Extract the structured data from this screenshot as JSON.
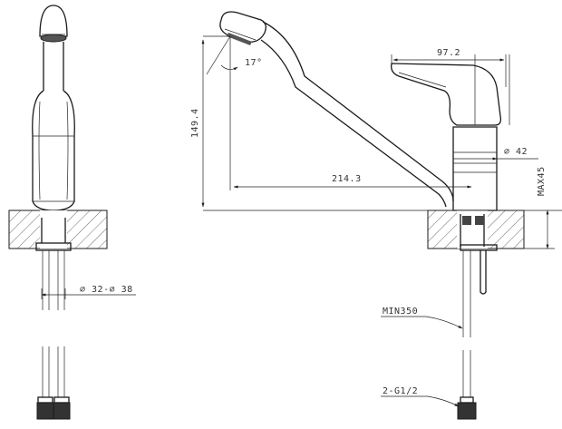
{
  "dimensions": {
    "spout_width": "97.2",
    "angle": "17°",
    "height": "149.4",
    "reach": "214.3",
    "body_diameter": "⌀ 42",
    "max_thickness": "MAX45",
    "hole_diameter": "⌀ 32-⌀ 38",
    "hose_length": "MIN350",
    "thread": "2-G1/2"
  },
  "colors": {
    "line": "#1a1a1a",
    "text": "#333333"
  }
}
